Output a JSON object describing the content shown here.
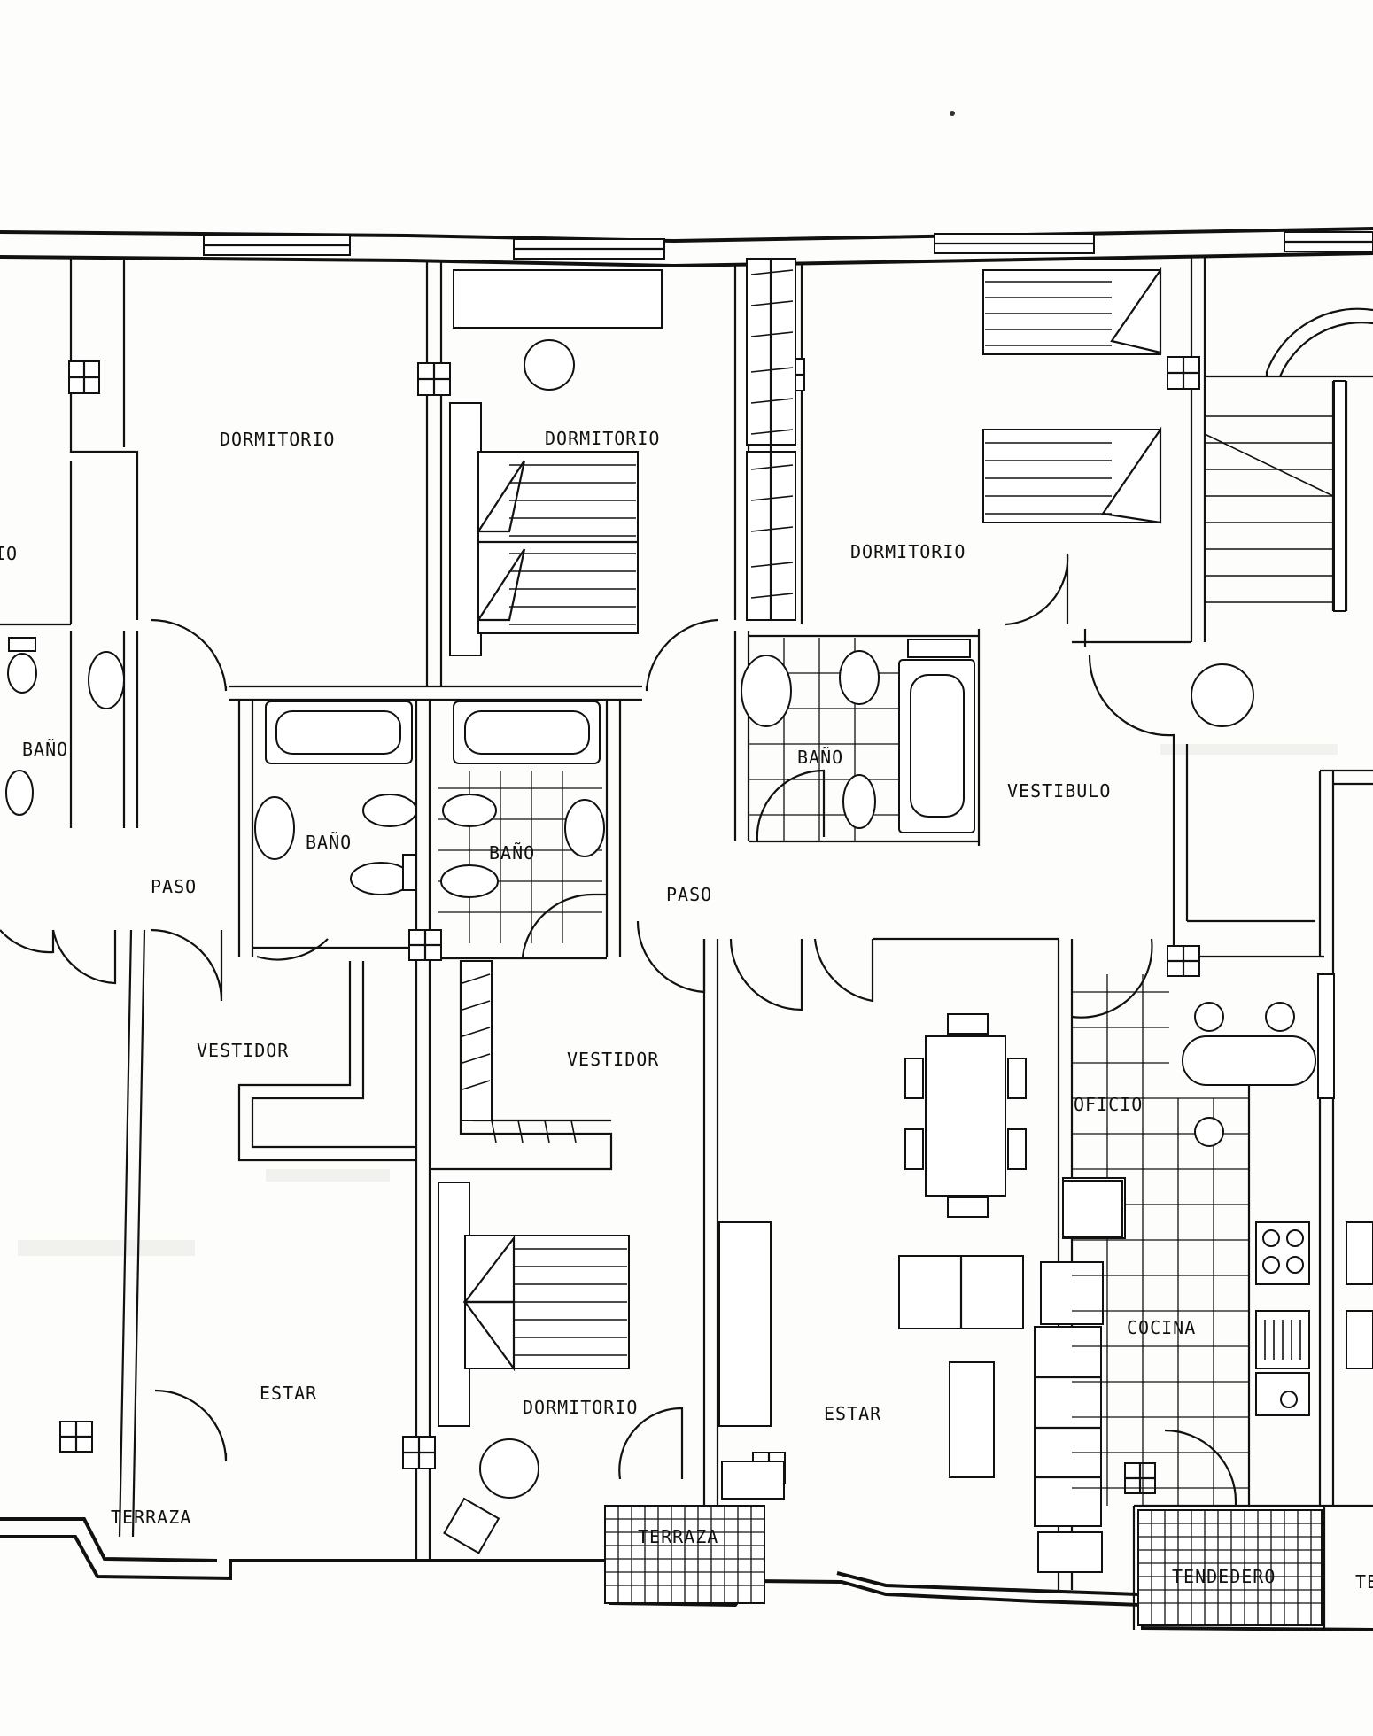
{
  "plan": {
    "rooms": [
      {
        "id": "dormitorio-1",
        "label": "DORMITORIO"
      },
      {
        "id": "dormitorio-2",
        "label": "DORMITORIO"
      },
      {
        "id": "dormitorio-3",
        "label": "DORMITORIO"
      },
      {
        "id": "dormitorio-4",
        "label": "DORMITORIO"
      },
      {
        "id": "dormitorio-cut",
        "label": "IO"
      },
      {
        "id": "bano-1",
        "label": "BAÑO"
      },
      {
        "id": "bano-2",
        "label": "BAÑO"
      },
      {
        "id": "bano-3",
        "label": "BAÑO"
      },
      {
        "id": "bano-4",
        "label": "BAÑO"
      },
      {
        "id": "paso-1",
        "label": "PASO"
      },
      {
        "id": "paso-2",
        "label": "PASO"
      },
      {
        "id": "vestibulo",
        "label": "VESTIBULO"
      },
      {
        "id": "vestidor-1",
        "label": "VESTIDOR"
      },
      {
        "id": "vestidor-2",
        "label": "VESTIDOR"
      },
      {
        "id": "oficio",
        "label": "OFICIO"
      },
      {
        "id": "cocina",
        "label": "COCINA"
      },
      {
        "id": "estar-1",
        "label": "ESTAR"
      },
      {
        "id": "estar-2",
        "label": "ESTAR"
      },
      {
        "id": "terraza-1",
        "label": "TERRAZA"
      },
      {
        "id": "terraza-2",
        "label": "TERRAZA"
      },
      {
        "id": "tendedero",
        "label": "TENDEDERO"
      },
      {
        "id": "tendedero-cut",
        "label": "TE"
      }
    ],
    "colors": {
      "line": "#111111",
      "paper": "#fdfdfb"
    }
  }
}
